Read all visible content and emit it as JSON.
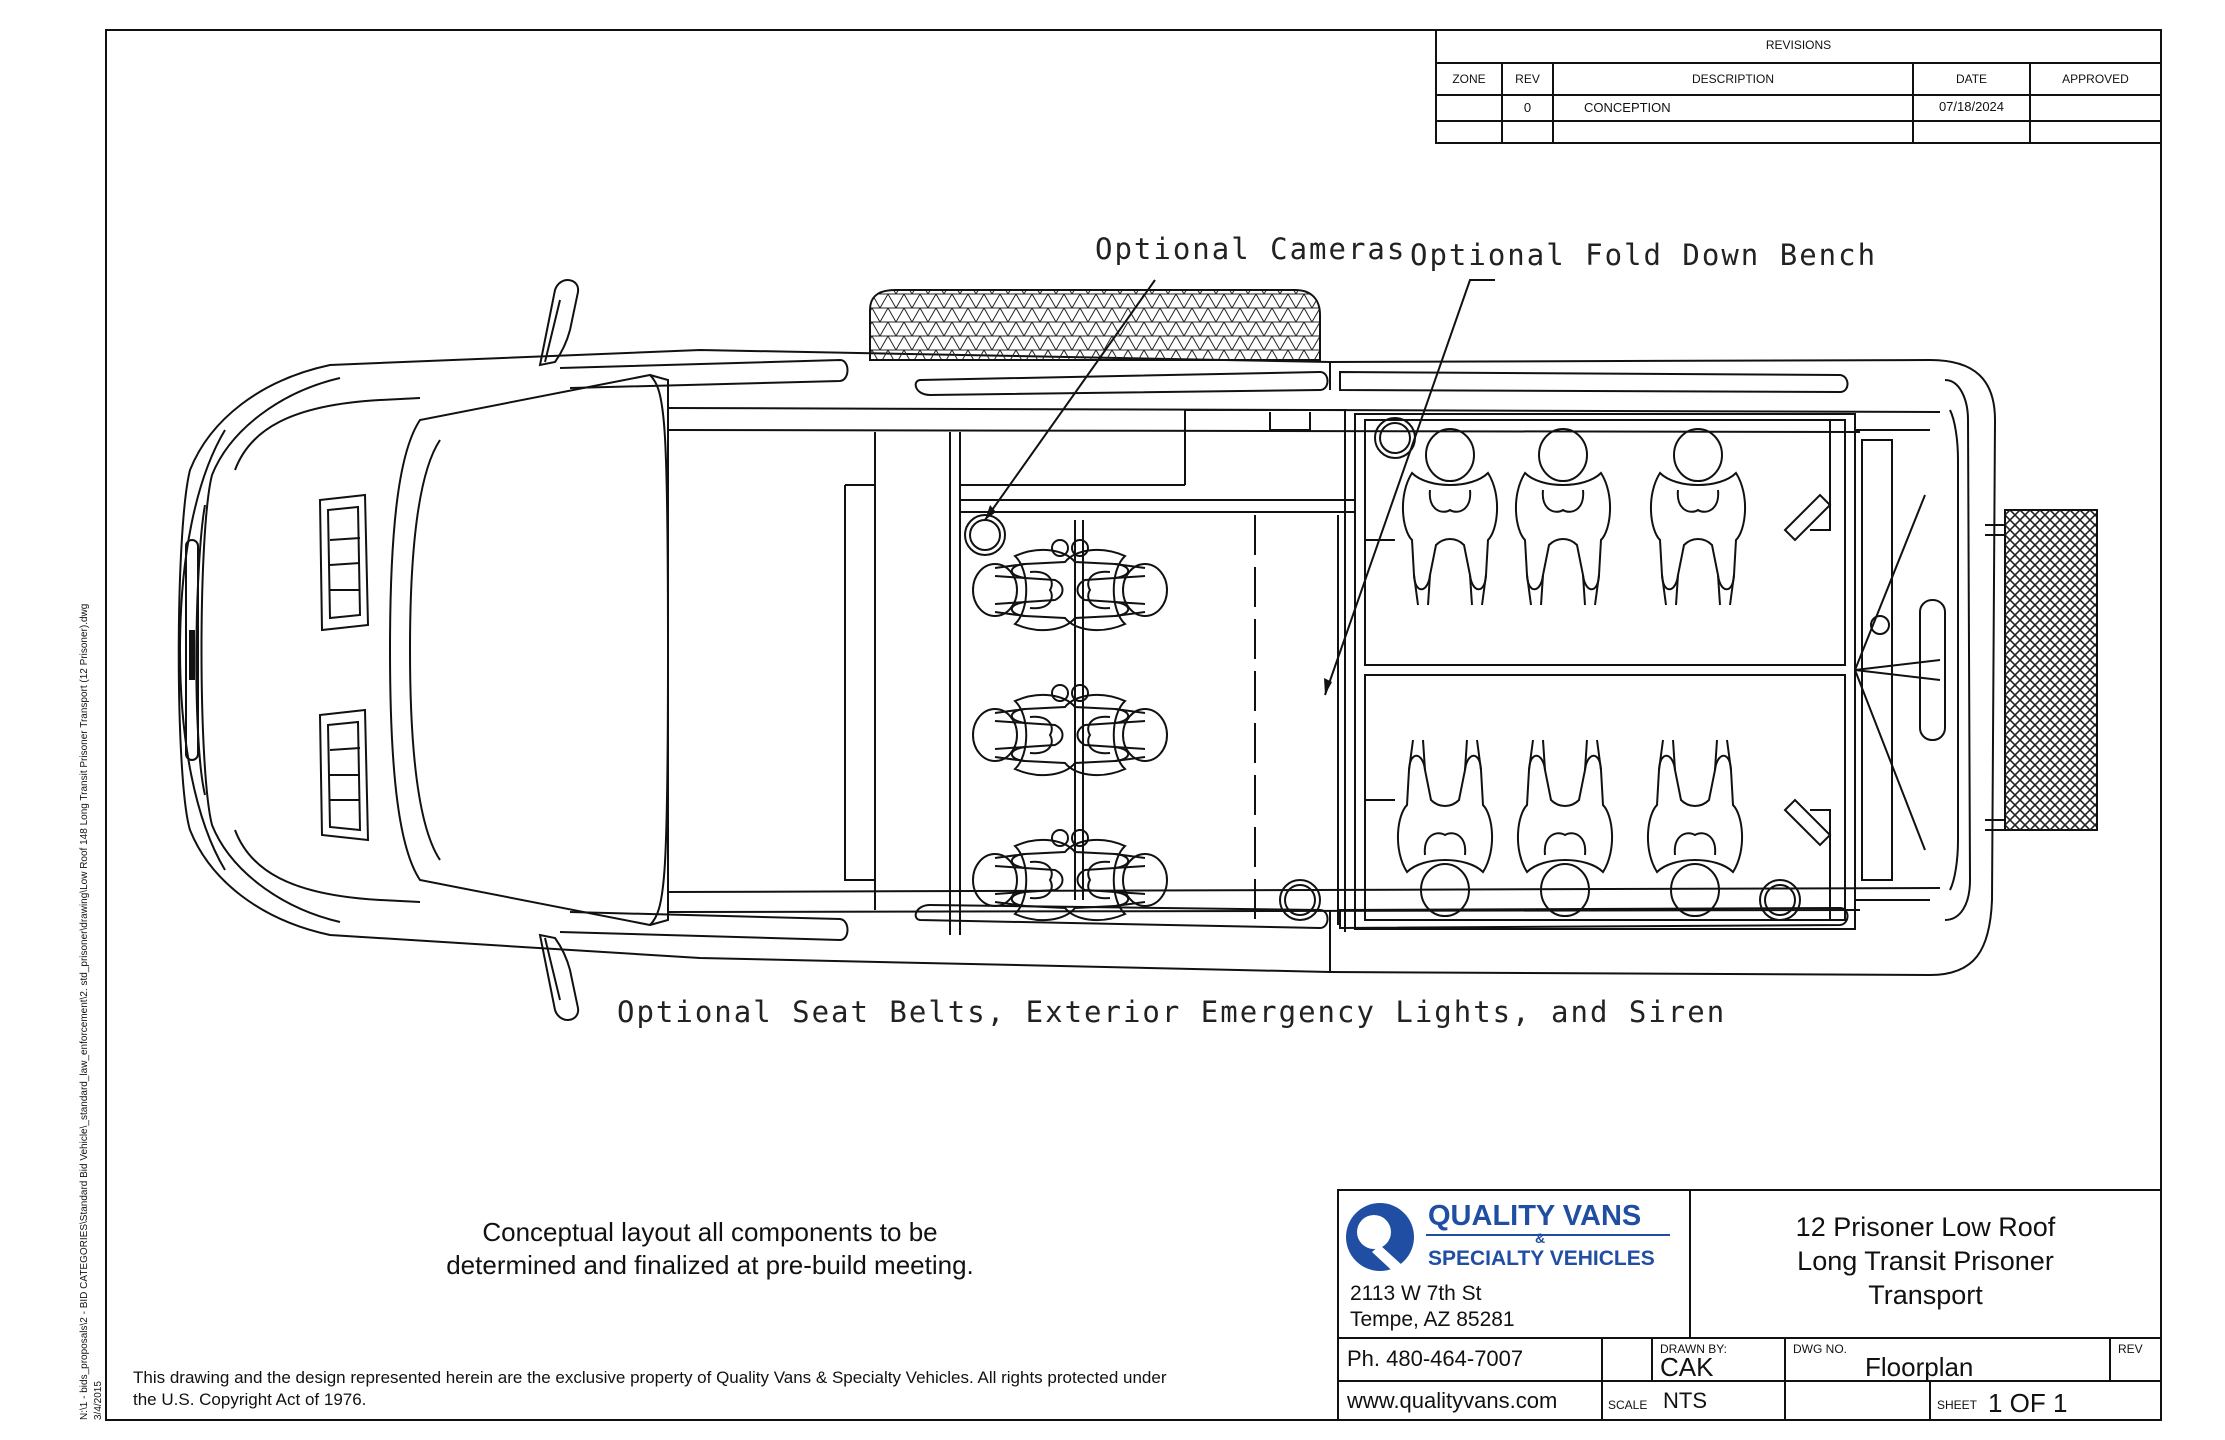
{
  "side_note": {
    "path": "N:\\1 - bids_proposals\\2 - BID CATEGORIES\\Standard Bid Vehicle\\_standard_law_enforcement\\2. std_prisoner\\drawing\\Low Roof 148 Long Transit Prisoner Transport (12 Prisoner).dwg",
    "date": "3/4/2015"
  },
  "revisions": {
    "title": "REVISIONS",
    "headers": [
      "ZONE",
      "REV",
      "DESCRIPTION",
      "DATE",
      "APPROVED"
    ],
    "rows": [
      {
        "zone": "",
        "rev": "0",
        "description": "CONCEPTION",
        "date": "07/18/2024",
        "approved": ""
      }
    ]
  },
  "callouts": {
    "cameras": "Optional Cameras",
    "bench": "Optional Fold Down Bench",
    "belts": "Optional Seat Belts, Exterior Emergency Lights, and Siren"
  },
  "notes": {
    "conceptual_line1": "Conceptual layout all components to be",
    "conceptual_line2": "determined and finalized at pre-build meeting.",
    "copyright_line1": "This drawing and the design represented herein are the exclusive property of Quality Vans & Specialty Vehicles.  All rights protected under",
    "copyright_line2": "the U.S. Copyright Act of 1976."
  },
  "title_block": {
    "brand_line1": "QUALITY VANS",
    "brand_amp": "&",
    "brand_line2": "SPECIALTY VEHICLES",
    "address1": "2113 W 7th St",
    "address2": "Tempe, AZ 85281",
    "phone": "Ph. 480-464-7007",
    "website": "www.qualityvans.com",
    "title_line1": "12 Prisoner Low Roof",
    "title_line2": "Long Transit Prisoner",
    "title_line3": "Transport",
    "drawn_by_label": "DRAWN BY:",
    "drawn_by": "CAK",
    "dwg_no_label": "DWG NO.",
    "dwg_no": "Floorplan",
    "rev_label": "REV",
    "scale_label": "SCALE",
    "scale": "NTS",
    "sheet_label": "SHEET",
    "sheet": "1 OF 1"
  },
  "colors": {
    "line": "#111111",
    "brand": "#1f4ea3"
  }
}
